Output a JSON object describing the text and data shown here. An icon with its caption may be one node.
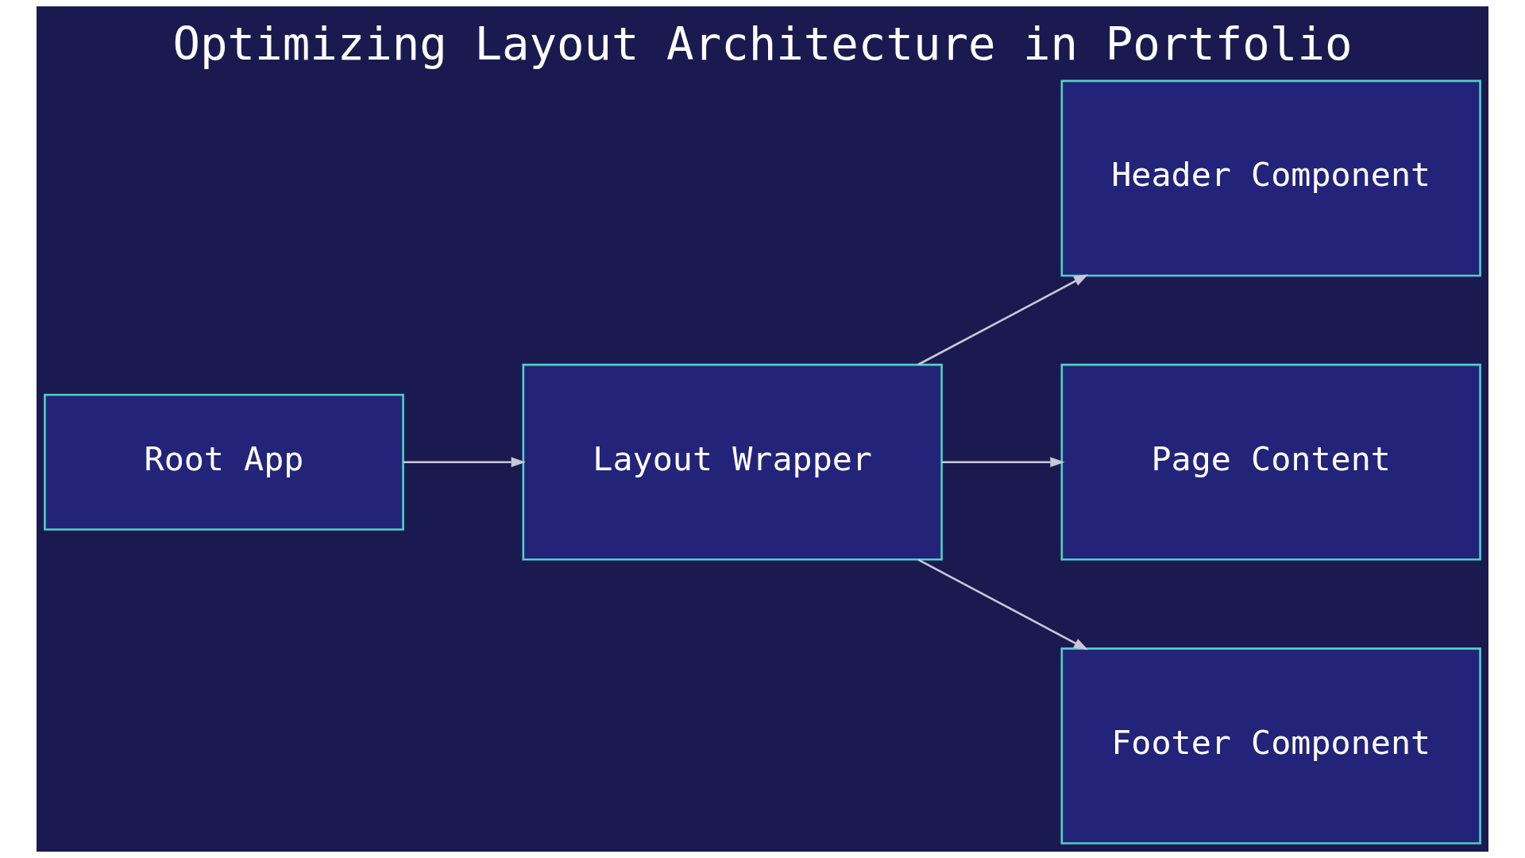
{
  "diagram": {
    "title": "Optimizing Layout Architecture in Portfolio",
    "nodes": [
      {
        "text": [
          "Root App"
        ]
      },
      {
        "text": [
          "Layout Wrapper"
        ]
      },
      {
        "text": [
          "Header Component"
        ]
      },
      {
        "text": [
          "Page Content"
        ]
      },
      {
        "text": [
          "Footer Component"
        ]
      }
    ],
    "edges": [
      {
        "from": 0,
        "to": 1,
        "arrow": "to"
      },
      {
        "from": 1,
        "to": 2,
        "arrow": "to"
      },
      {
        "from": 1,
        "to": 3,
        "arrow": "to"
      },
      {
        "from": 1,
        "to": 4,
        "arrow": "to"
      }
    ]
  }
}
